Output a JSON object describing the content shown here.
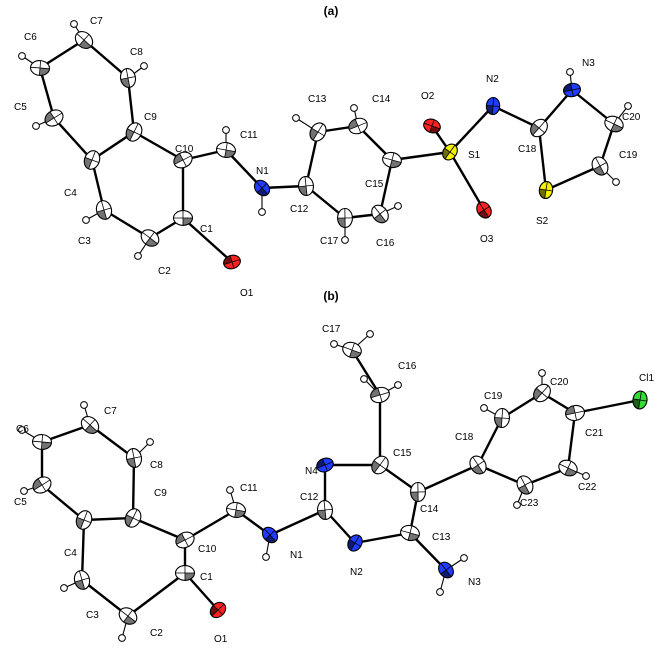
{
  "panels": [
    {
      "id": "a",
      "label": "(a)",
      "atoms": [
        {
          "id": "C1",
          "label": "C1",
          "el": "C"
        },
        {
          "id": "C2",
          "label": "C2",
          "el": "C"
        },
        {
          "id": "C3",
          "label": "C3",
          "el": "C"
        },
        {
          "id": "C4",
          "label": "C4",
          "el": "C"
        },
        {
          "id": "C5",
          "label": "C5",
          "el": "C"
        },
        {
          "id": "C6",
          "label": "C6",
          "el": "C"
        },
        {
          "id": "C7",
          "label": "C7",
          "el": "C"
        },
        {
          "id": "C8",
          "label": "C8",
          "el": "C"
        },
        {
          "id": "C9",
          "label": "C9",
          "el": "C"
        },
        {
          "id": "C10",
          "label": "C10",
          "el": "C"
        },
        {
          "id": "C11",
          "label": "C11",
          "el": "C"
        },
        {
          "id": "N1",
          "label": "N1",
          "el": "N"
        },
        {
          "id": "C12",
          "label": "C12",
          "el": "C"
        },
        {
          "id": "C13",
          "label": "C13",
          "el": "C"
        },
        {
          "id": "C14",
          "label": "C14",
          "el": "C"
        },
        {
          "id": "C15",
          "label": "C15",
          "el": "C"
        },
        {
          "id": "C16",
          "label": "C16",
          "el": "C"
        },
        {
          "id": "C17",
          "label": "C17",
          "el": "C"
        },
        {
          "id": "S1",
          "label": "S1",
          "el": "S"
        },
        {
          "id": "O1",
          "label": "O1",
          "el": "O"
        },
        {
          "id": "O2",
          "label": "O2",
          "el": "O"
        },
        {
          "id": "O3",
          "label": "O3",
          "el": "O"
        },
        {
          "id": "N2",
          "label": "N2",
          "el": "N"
        },
        {
          "id": "C18",
          "label": "C18",
          "el": "C"
        },
        {
          "id": "N3",
          "label": "N3",
          "el": "N"
        },
        {
          "id": "C20",
          "label": "C20",
          "el": "C"
        },
        {
          "id": "C19",
          "label": "C19",
          "el": "C"
        },
        {
          "id": "S2",
          "label": "S2",
          "el": "S"
        }
      ]
    },
    {
      "id": "b",
      "label": "(b)",
      "atoms": [
        {
          "id": "C1",
          "label": "C1",
          "el": "C"
        },
        {
          "id": "C2",
          "label": "C2",
          "el": "C"
        },
        {
          "id": "C3",
          "label": "C3",
          "el": "C"
        },
        {
          "id": "C4",
          "label": "C4",
          "el": "C"
        },
        {
          "id": "C5",
          "label": "C5",
          "el": "C"
        },
        {
          "id": "C6",
          "label": "C6",
          "el": "C"
        },
        {
          "id": "C7",
          "label": "C7",
          "el": "C"
        },
        {
          "id": "C8",
          "label": "C8",
          "el": "C"
        },
        {
          "id": "C9",
          "label": "C9",
          "el": "C"
        },
        {
          "id": "C10",
          "label": "C10",
          "el": "C"
        },
        {
          "id": "C11",
          "label": "C11",
          "el": "C"
        },
        {
          "id": "N1",
          "label": "N1",
          "el": "N"
        },
        {
          "id": "C12",
          "label": "C12",
          "el": "C"
        },
        {
          "id": "N2",
          "label": "N2",
          "el": "N"
        },
        {
          "id": "N4",
          "label": "N4",
          "el": "N"
        },
        {
          "id": "C13",
          "label": "C13",
          "el": "C"
        },
        {
          "id": "N3",
          "label": "N3",
          "el": "N"
        },
        {
          "id": "C14",
          "label": "C14",
          "el": "C"
        },
        {
          "id": "C15",
          "label": "C15",
          "el": "C"
        },
        {
          "id": "C16",
          "label": "C16",
          "el": "C"
        },
        {
          "id": "C17",
          "label": "C17",
          "el": "C"
        },
        {
          "id": "C18",
          "label": "C18",
          "el": "C"
        },
        {
          "id": "C19",
          "label": "C19",
          "el": "C"
        },
        {
          "id": "C20",
          "label": "C20",
          "el": "C"
        },
        {
          "id": "C21",
          "label": "C21",
          "el": "C"
        },
        {
          "id": "C22",
          "label": "C22",
          "el": "C"
        },
        {
          "id": "C23",
          "label": "C23",
          "el": "C"
        },
        {
          "id": "Cl1",
          "label": "Cl1",
          "el": "Cl"
        },
        {
          "id": "O1",
          "label": "O1",
          "el": "O"
        }
      ]
    }
  ],
  "element_colors": {
    "C": "#ffffff",
    "N": "#1f3cff",
    "O": "#ff2020",
    "S": "#f5f000",
    "Cl": "#33dd33",
    "H": "#ffffff"
  }
}
